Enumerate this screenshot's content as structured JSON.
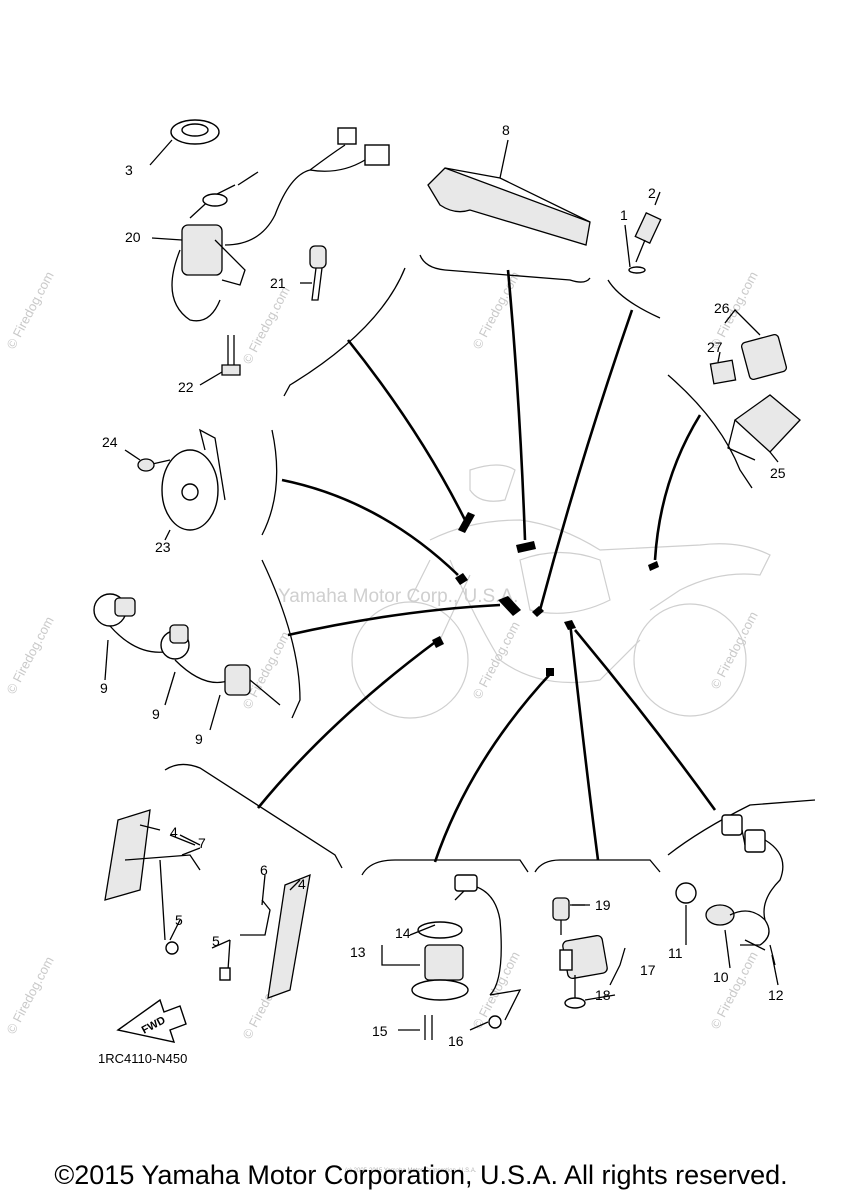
{
  "diagram": {
    "part_code": "1RC4110-N450",
    "direction_label": "FWD",
    "center_watermark": "Yamaha Motor Corp., U.S.A.",
    "watermark": "© Firedog.com",
    "fine_print": "(c) 2005-2015 Yamaha Motor Corporation, U.S.A.",
    "callouts": [
      "1",
      "2",
      "3",
      "4",
      "4",
      "5",
      "5",
      "6",
      "7",
      "8",
      "9",
      "9",
      "9",
      "10",
      "11",
      "12",
      "13",
      "14",
      "15",
      "16",
      "17",
      "18",
      "19",
      "20",
      "21",
      "22",
      "23",
      "24",
      "25",
      "26",
      "27"
    ]
  },
  "footer": {
    "copyright": "©2015 Yamaha Motor Corporation, U.S.A. All rights reserved."
  }
}
